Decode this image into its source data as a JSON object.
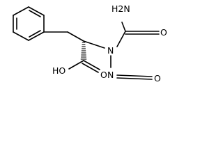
{
  "molecule": {
    "atoms": {
      "amine": "H2N",
      "carbonyl_oxygen": "O",
      "hydroxyl": "HO",
      "acid_oxygen": "O",
      "nitrogen": "N",
      "nitroso_nitrogen": "N",
      "nitroso_oxygen": "O"
    }
  }
}
